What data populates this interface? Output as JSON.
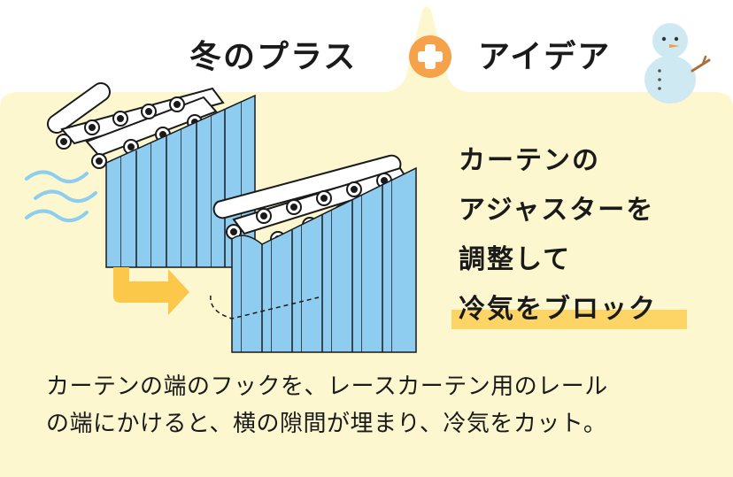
{
  "header": {
    "title_left": "冬のプラス",
    "title_right": "アイデア"
  },
  "side_lines": [
    "カーテンの",
    "アジャスターを",
    "調整して",
    "冷気をブロック"
  ],
  "body_lines": [
    "カーテンの端のフックを、レースカーテン用のレール",
    "の端にかけると、横の隙間が埋まり、冷気をカット。"
  ],
  "colors": {
    "panel_bg": "#fdf7cf",
    "plus_orange": "#f5a24a",
    "highlight_yellow": "#fcd566",
    "curtain_blue": "#8fcdf0",
    "wind_blue": "#8ccdf0",
    "arrow_orange": "#fcc84a",
    "snowman_blue": "#cfe9f3"
  },
  "icons": [
    "plus-icon",
    "snowman-icon",
    "wind-icon",
    "arrow-icon"
  ]
}
